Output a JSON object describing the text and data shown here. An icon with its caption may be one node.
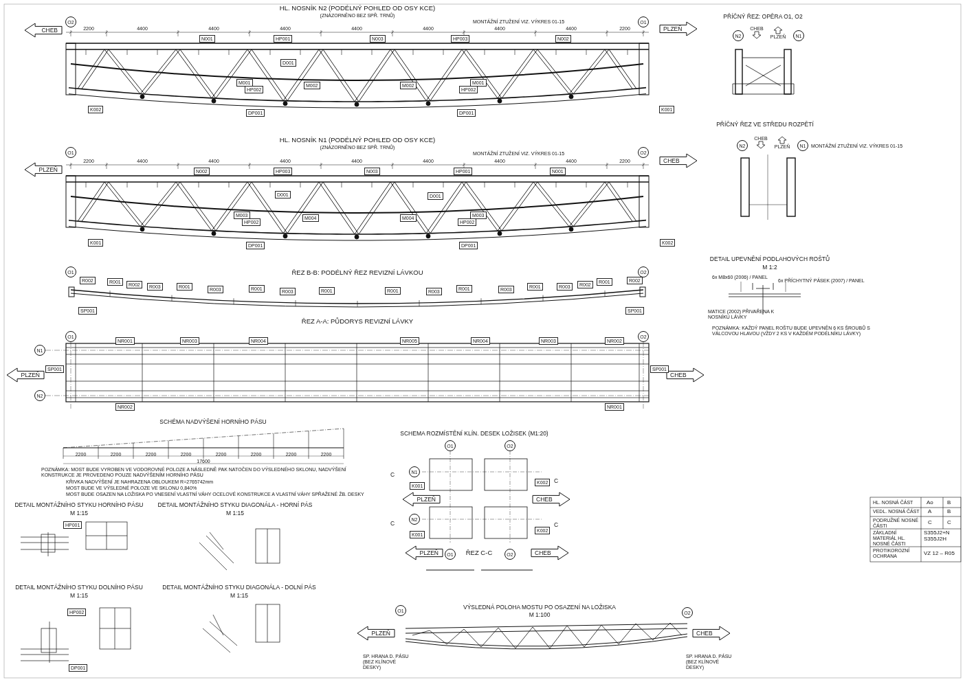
{
  "diagram": {
    "nodes": [
      {
        "text": [
          "O2"
        ]
      },
      {
        "text": [
          "O1"
        ]
      },
      {
        "text": [
          "CHEB"
        ]
      },
      {
        "text": [
          "PLZEŇ"
        ]
      },
      {
        "text": [
          "N001"
        ]
      },
      {
        "text": [
          "HP001"
        ]
      },
      {
        "text": [
          "N003"
        ]
      },
      {
        "text": [
          "HP003"
        ]
      },
      {
        "text": [
          "N002"
        ]
      },
      {
        "text": [
          "D001"
        ]
      },
      {
        "text": [
          "M001"
        ]
      },
      {
        "text": [
          "M002"
        ]
      },
      {
        "text": [
          "M002"
        ]
      },
      {
        "text": [
          "M001"
        ]
      },
      {
        "text": [
          "HP002"
        ]
      },
      {
        "text": [
          "HP002"
        ]
      },
      {
        "text": [
          "K002"
        ]
      },
      {
        "text": [
          "K001"
        ]
      },
      {
        "text": [
          "DP001"
        ]
      },
      {
        "text": [
          "DP001"
        ]
      },
      {
        "text": [
          "O1"
        ]
      },
      {
        "text": [
          "O2"
        ]
      },
      {
        "text": [
          "PLZEŇ"
        ]
      },
      {
        "text": [
          "CHEB"
        ]
      },
      {
        "text": [
          "N002"
        ]
      },
      {
        "text": [
          "HP003"
        ]
      },
      {
        "text": [
          "N003"
        ]
      },
      {
        "text": [
          "HP001"
        ]
      },
      {
        "text": [
          "N001"
        ]
      },
      {
        "text": [
          "D001"
        ]
      },
      {
        "text": [
          "D001"
        ]
      },
      {
        "text": [
          "M003"
        ]
      },
      {
        "text": [
          "M004"
        ]
      },
      {
        "text": [
          "M004"
        ]
      },
      {
        "text": [
          "M003"
        ]
      },
      {
        "text": [
          "HP002"
        ]
      },
      {
        "text": [
          "HP002"
        ]
      },
      {
        "text": [
          "K001"
        ]
      },
      {
        "text": [
          "K002"
        ]
      },
      {
        "text": [
          "DP001"
        ]
      },
      {
        "text": [
          "DP001"
        ]
      },
      {
        "text": [
          "O1"
        ]
      },
      {
        "text": [
          "O2"
        ]
      },
      {
        "text": [
          "R002"
        ]
      },
      {
        "text": [
          "R001"
        ]
      },
      {
        "text": [
          "R002"
        ]
      },
      {
        "text": [
          "R003"
        ]
      },
      {
        "text": [
          "R001"
        ]
      },
      {
        "text": [
          "R003"
        ]
      },
      {
        "text": [
          "R001"
        ]
      },
      {
        "text": [
          "R003"
        ]
      },
      {
        "text": [
          "R001"
        ]
      },
      {
        "text": [
          "R001"
        ]
      },
      {
        "text": [
          "R003"
        ]
      },
      {
        "text": [
          "R001"
        ]
      },
      {
        "text": [
          "R003"
        ]
      },
      {
        "text": [
          "R001"
        ]
      },
      {
        "text": [
          "R003"
        ]
      },
      {
        "text": [
          "R002"
        ]
      },
      {
        "text": [
          "R001"
        ]
      },
      {
        "text": [
          "R002"
        ]
      },
      {
        "text": [
          "SP001"
        ]
      },
      {
        "text": [
          "SP001"
        ]
      },
      {
        "text": [
          "O1"
        ]
      },
      {
        "text": [
          "O2"
        ]
      },
      {
        "text": [
          "N1"
        ]
      },
      {
        "text": [
          "N2"
        ]
      },
      {
        "text": [
          "PLZEŇ"
        ]
      },
      {
        "text": [
          "CHEB"
        ]
      },
      {
        "text": [
          "SP001"
        ]
      },
      {
        "text": [
          "SP001"
        ]
      },
      {
        "text": [
          "NR001"
        ]
      },
      {
        "text": [
          "NR003"
        ]
      },
      {
        "text": [
          "NR004"
        ]
      },
      {
        "text": [
          "NR005"
        ]
      },
      {
        "text": [
          "NR004"
        ]
      },
      {
        "text": [
          "NR003"
        ]
      },
      {
        "text": [
          "NR002"
        ]
      },
      {
        "text": [
          "NR002"
        ]
      },
      {
        "text": [
          "NR001"
        ]
      },
      {
        "text": [
          "HP001"
        ]
      },
      {
        "text": [
          "HP002"
        ]
      },
      {
        "text": [
          "DP001"
        ]
      },
      {
        "text": [
          "O1"
        ]
      },
      {
        "text": [
          "O2"
        ]
      },
      {
        "text": [
          "N1"
        ]
      },
      {
        "text": [
          "N2"
        ]
      },
      {
        "text": [
          "K001"
        ]
      },
      {
        "text": [
          "K002"
        ]
      },
      {
        "text": [
          "K001"
        ]
      },
      {
        "text": [
          "K002"
        ]
      },
      {
        "text": [
          "PLZEŇ"
        ]
      },
      {
        "text": [
          "CHEB"
        ]
      },
      {
        "text": [
          "PLZEŇ"
        ]
      },
      {
        "text": [
          "O1"
        ]
      },
      {
        "text": [
          "O2"
        ]
      },
      {
        "text": [
          "CHEB"
        ]
      },
      {
        "text": [
          "N2"
        ]
      },
      {
        "text": [
          "CHEB"
        ]
      },
      {
        "text": [
          "PLZEŇ"
        ]
      },
      {
        "text": [
          "N1"
        ]
      },
      {
        "text": [
          "N2"
        ]
      },
      {
        "text": [
          "CHEB"
        ]
      },
      {
        "text": [
          "PLZEŇ"
        ]
      },
      {
        "text": [
          "N1"
        ]
      },
      {
        "text": [
          "O1"
        ]
      },
      {
        "text": [
          "O2"
        ]
      },
      {
        "text": [
          "PLZEŇ"
        ]
      },
      {
        "text": [
          "CHEB"
        ]
      }
    ],
    "labels": [
      "HL. NOSNÍK N2 (PODÉLNÝ POHLED OD OSY KCE)",
      "(ZNÁZORNĚNO BEZ SPŘ. TRNŮ)",
      "MONTÁŽNÍ ZTUŽENÍ VIZ. VÝKRES 01-15",
      "2200",
      "4400",
      "4400",
      "4400",
      "4400",
      "4400",
      "4400",
      "4400",
      "2200",
      "HL. NOSNÍK N1 (PODÉLNÝ POHLED OD OSY KCE)",
      "(ZNÁZORNĚNO BEZ SPŘ. TRNŮ)",
      "MONTÁŽNÍ ZTUŽENÍ VIZ. VÝKRES 01-15",
      "2200",
      "4400",
      "4400",
      "4400",
      "4400",
      "4400",
      "4400",
      "4400",
      "2200",
      "ŘEZ B-B: PODÉLNÝ ŘEZ REVIZNÍ LÁVKOU",
      "ŘEZ A-A: PŮDORYS REVIZNÍ LÁVKY",
      "SCHÉMA NADVÝŠENÍ HORNÍHO PÁSU",
      "2200",
      "2200",
      "2200",
      "2200",
      "2200",
      "2200",
      "2200",
      "2200",
      "17600",
      "POZNÁMKA: MOST BUDE VYROBEN VE VODOROVNÉ POLOZE A NÁSLEDNĚ PAK NATOČEN DO VÝSLEDNÉHO SKLONU, NADVÝŠENÍ KONSTRUKCE JE PROVEDENO POUZE NADVÝŠENÍM HORNÍHO PÁSU",
      "KŘIVKA NADVÝŠENÍ JE NAHRAZENA OBLOUKEM R=2765742mm",
      "MOST BUDE VE VÝSLEDNÉ POLOZE VE SKLONU 0,840%",
      "MOST BUDE OSAZEN NA LOŽISKA PO VNESENÍ VLASTNÍ VÁHY OCELOVÉ KONSTRUKCE A VLASTNÍ VÁHY SPŘAŽENÉ ŽB. DESKY",
      "DETAIL MONTÁŽNÍHO STYKU HORNÍHO PÁSU",
      "M 1:15",
      "DETAIL MONTÁŽNÍHO STYKU DIAGONÁLA - HORNÍ PÁS",
      "M 1:15",
      "DETAIL MONTÁŽNÍHO STYKU DOLNÍHO PÁSU",
      "M 1:15",
      "DETAIL MONTÁŽNÍHO STYKU DIAGONÁLA - DOLNÍ PÁS",
      "M 1:15",
      "SCHEMA ROZMÍSTĚNÍ KLÍN. DESEK LOŽISEK (M1:20)",
      "C",
      "C",
      "C",
      "C",
      "ŘEZ C-C",
      "PŘÍČNÝ ŘEZ: OPĚRA O1, O2",
      "PŘÍČNÝ ŘEZ VE STŘEDU ROZPĚTÍ",
      "MONTÁŽNÍ ZTUŽENÍ VIZ. VÝKRES 01-15",
      "DETAIL UPEVNĚNÍ PODLAHOVÝCH ROŠTŮ",
      "M 1:2",
      "6x M8x60 (2006) / PANEL",
      "6x PŘÍCHYTNÝ PÁSEK (2007) / PANEL",
      "MATICE (2002) PŘIVAŘENA K NOSNÍKU LÁVKY",
      "POZNÁMKA: KAŽDÝ PANEL ROŠTU BUDE UPEVNĚN 6 KS ŠROUBŮ S VÁLCOVOU HLAVOU (VŽDY 2 KS V KAŽDÉM PODÉLNÍKU LÁVKY)",
      "VÝSLEDNÁ POLOHA MOSTU PO OSAZENÍ NA LOŽISKA",
      "M 1:100",
      "SP. HRANA D. PÁSU (BEZ KLÍNOVÉ DESKY)",
      "SP. HRANA D. PÁSU (BEZ KLÍNOVÉ DESKY)",
      "HL. NOSNÁ ČÁST",
      "Ao",
      "B",
      "VEDL. NOSNÁ ČÁST",
      "A",
      "B",
      "PODRUŽNÉ NOSNÉ ČÁSTI",
      "C",
      "C",
      "ZÁKLADNÍ MATERIÁL HL. NOSNÉ ČÁSTI",
      "S355J2+N",
      "S355J2H",
      "PROTIKOROZNÍ OCHRANA",
      "VZ 12 – R05"
    ]
  }
}
